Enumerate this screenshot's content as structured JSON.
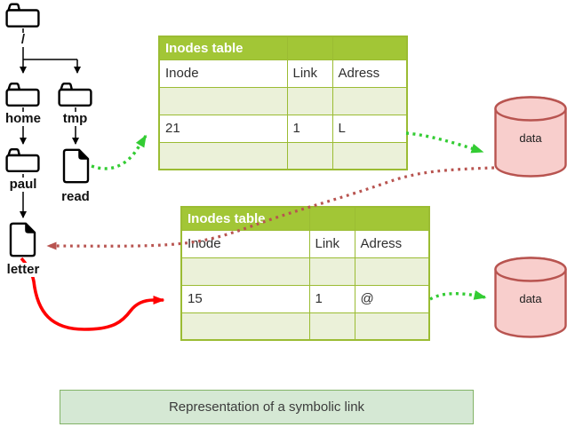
{
  "tree": {
    "root": "/",
    "home": "home",
    "tmp": "tmp",
    "paul": "paul",
    "read": "read",
    "letter": "letter"
  },
  "tables": [
    {
      "title": "Inodes table",
      "columns": [
        "Inode",
        "Link",
        "Adress"
      ],
      "rows": [
        [
          "",
          "",
          ""
        ],
        [
          "21",
          "1",
          "L"
        ],
        [
          "",
          "",
          ""
        ]
      ]
    },
    {
      "title": "Inodes table",
      "columns": [
        "Inode",
        "Link",
        "Adress"
      ],
      "rows": [
        [
          "",
          "",
          ""
        ],
        [
          "15",
          "1",
          "@"
        ],
        [
          "",
          "",
          ""
        ]
      ]
    }
  ],
  "cylinders": [
    {
      "label": "data"
    },
    {
      "label": "data"
    }
  ],
  "caption": {
    "text": "Representation of a symbolic link"
  },
  "colors": {
    "background": "#FFFFFF",
    "table_header_green": "#A2C636",
    "table_border_green": "#9BBC33",
    "table_row_light": "#EBF1D9",
    "table_text": "#2F2F2F",
    "title_text": "#FFFFFF",
    "label_text": "#111111",
    "tree_line": "#000000",
    "green_arrow": "#33CC33",
    "darkred_arrow": "#B85450",
    "red_arrow": "#FF0000",
    "cylinder_fill": "#F8CECC",
    "cylinder_stroke": "#B85450",
    "caption_fill": "#D5E8D4",
    "caption_border": "#82B366",
    "caption_text": "#3C3C3C"
  }
}
